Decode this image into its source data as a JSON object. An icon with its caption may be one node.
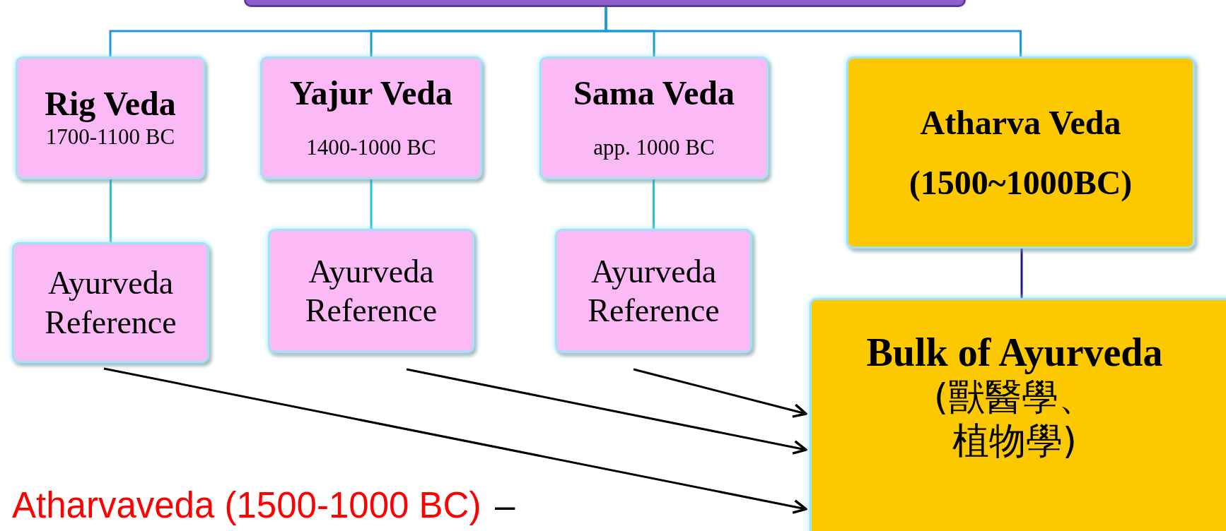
{
  "diagram": {
    "nodes": [
      {
        "text": [],
        "shape": "box"
      },
      {
        "text": [
          "Rig Veda",
          "1700-1100 BC"
        ]
      },
      {
        "text": [
          "Yajur Veda",
          "1400-1000 BC"
        ]
      },
      {
        "text": [
          "Sama Veda",
          "app. 1000 BC"
        ]
      },
      {
        "text": [
          "Atharva Veda",
          "(1500~1000BC)"
        ]
      },
      {
        "text": [
          "Ayurveda Reference"
        ]
      },
      {
        "text": [
          "Ayurveda Reference"
        ]
      },
      {
        "text": [
          "Ayurveda Reference"
        ]
      },
      {
        "text": [
          "Bulk of Ayurveda",
          "(獸醫學、植物學)"
        ]
      }
    ],
    "edges": [
      {
        "from": 0,
        "to": 1,
        "arrow": "none"
      },
      {
        "from": 0,
        "to": 2,
        "arrow": "none"
      },
      {
        "from": 0,
        "to": 3,
        "arrow": "none"
      },
      {
        "from": 0,
        "to": 4,
        "arrow": "none"
      },
      {
        "from": 1,
        "to": 5,
        "arrow": "none"
      },
      {
        "from": 2,
        "to": 6,
        "arrow": "none"
      },
      {
        "from": 3,
        "to": 7,
        "arrow": "none"
      },
      {
        "from": 4,
        "to": 8,
        "arrow": "none",
        "color": "#1a1a8c"
      },
      {
        "from": 7,
        "to": 8,
        "arrow": "to",
        "color": "#000000"
      },
      {
        "from": 6,
        "to": 8,
        "arrow": "to",
        "color": "#000000"
      },
      {
        "from": 5,
        "to": 8,
        "arrow": "to",
        "color": "#000000"
      }
    ],
    "labels": [
      "Atharvaveda (1500-1000 BC)",
      "–"
    ]
  }
}
